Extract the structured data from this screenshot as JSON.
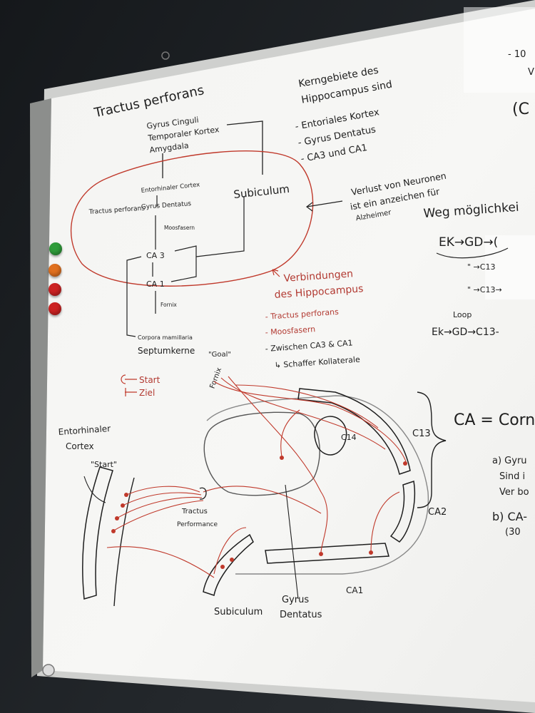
{
  "header": {
    "title": "Tractus perforans"
  },
  "flow": {
    "top_sources": [
      "Gyrus Cinguli",
      "Temporaler Kortex",
      "Amygdala"
    ],
    "entorhinal": "Entorhinaler Cortex",
    "tractus": "Tractus perforans",
    "gyrus_dentatus": "Gyrus Dentatus",
    "moosfasern": "Moosfasern",
    "ca3": "CA 3",
    "ca1": "CA 1",
    "subiculum": "Subiculum",
    "fornix": "Fornix",
    "outputs": [
      "Corpora mamillaria",
      "Septumkerne"
    ]
  },
  "kerngebiete": {
    "title_lines": [
      "Kerngebiete des",
      "Hippocampus sind"
    ],
    "items": [
      "- Entoriales Kortex",
      "- Gyrus Dentatus",
      "- CA3 und CA1"
    ]
  },
  "verlust": {
    "lines": [
      "Verlust von Neuronen",
      "ist ein anzeichen für",
      "Alzheimer"
    ]
  },
  "verbindungen": {
    "title_lines": [
      "Verbindungen",
      "des Hippocampus"
    ],
    "items": [
      "- Tractus perforans",
      "- Moosfasern",
      "- Zwischen CA3 & CA1",
      "↳ Schaffer Kollaterale"
    ]
  },
  "weg": {
    "title": "Weg möglichkei",
    "line1": "EK→GD→(",
    "ditto1": "\"   →C13",
    "ditto2": "\"   →C13→",
    "loop_label": "Loop",
    "loop": "Ek→GD→C13-"
  },
  "right_edge": {
    "top1": "- 10",
    "top2": "V",
    "top3": "(C"
  },
  "legend": {
    "start": "Start",
    "ziel": "Ziel"
  },
  "diagram": {
    "goal": "\"Goal\"",
    "fornix": "Fornix",
    "entorhinaler": [
      "Entorhinaler",
      "Cortex"
    ],
    "start_label": "\"Start\"",
    "tractus": [
      "Tractus",
      "Performance"
    ],
    "ca4": "C14",
    "ca3": "C13",
    "ca2": "CA2",
    "ca1": "CA1",
    "subiculum": "Subiculum",
    "gyrus": [
      "Gyrus",
      "Dentatus"
    ]
  },
  "ca_corn": {
    "title": "CA = Corn",
    "a_lines": [
      "a) Gyru",
      "Sind i",
      "Ver bo"
    ],
    "b_lines": [
      "b) CA-",
      "(30"
    ]
  },
  "magnets": [
    "#2f9c3a",
    "#e0701f",
    "#cc2222",
    "#cc2222"
  ]
}
